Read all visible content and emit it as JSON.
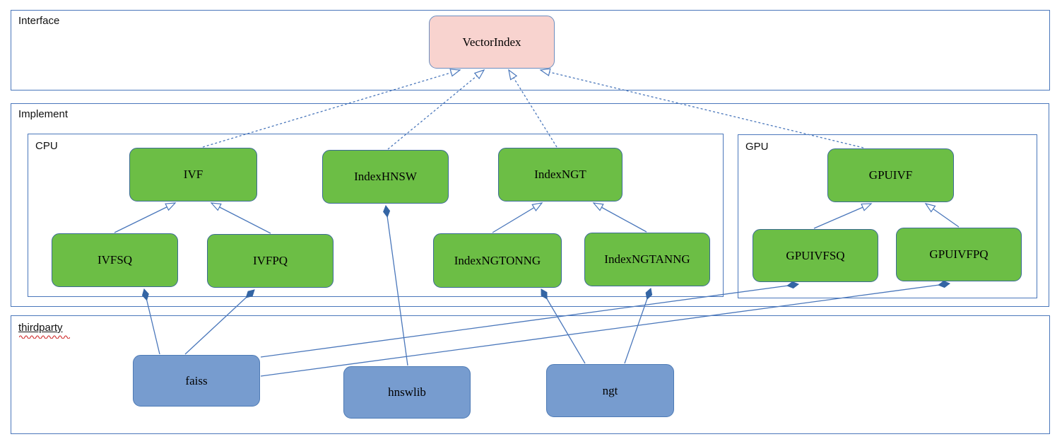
{
  "diagram": {
    "containers": [
      {
        "id": "interface",
        "label": "Interface"
      },
      {
        "id": "implement",
        "label": "Implement"
      },
      {
        "id": "cpu",
        "label": "CPU"
      },
      {
        "id": "gpu",
        "label": "GPU"
      },
      {
        "id": "thirdparty",
        "label": "thirdparty",
        "spellcheck_underline": true
      }
    ],
    "nodes": [
      {
        "id": "VectorIndex",
        "label": "VectorIndex",
        "kind": "interface",
        "group": "interface"
      },
      {
        "id": "IVF",
        "label": "IVF",
        "kind": "class",
        "group": "cpu"
      },
      {
        "id": "IndexHNSW",
        "label": "IndexHNSW",
        "kind": "class",
        "group": "cpu"
      },
      {
        "id": "IndexNGT",
        "label": "IndexNGT",
        "kind": "class",
        "group": "cpu"
      },
      {
        "id": "GPUIVF",
        "label": "GPUIVF",
        "kind": "class",
        "group": "gpu"
      },
      {
        "id": "IVFSQ",
        "label": "IVFSQ",
        "kind": "class",
        "group": "cpu"
      },
      {
        "id": "IVFPQ",
        "label": "IVFPQ",
        "kind": "class",
        "group": "cpu"
      },
      {
        "id": "IndexNGTONNG",
        "label": "IndexNGTONNG",
        "kind": "class",
        "group": "cpu"
      },
      {
        "id": "IndexNGTANNG",
        "label": "IndexNGTANNG",
        "kind": "class",
        "group": "cpu"
      },
      {
        "id": "GPUIVFSQ",
        "label": "GPUIVFSQ",
        "kind": "class",
        "group": "gpu"
      },
      {
        "id": "GPUIVFPQ",
        "label": "GPUIVFPQ",
        "kind": "class",
        "group": "gpu"
      },
      {
        "id": "faiss",
        "label": "faiss",
        "kind": "thirdparty",
        "group": "thirdparty"
      },
      {
        "id": "hnswlib",
        "label": "hnswlib",
        "kind": "thirdparty",
        "group": "thirdparty"
      },
      {
        "id": "ngt",
        "label": "ngt",
        "kind": "thirdparty",
        "group": "thirdparty"
      }
    ],
    "edges": [
      {
        "from": "IVF",
        "to": "VectorIndex",
        "type": "realization"
      },
      {
        "from": "IndexHNSW",
        "to": "VectorIndex",
        "type": "realization"
      },
      {
        "from": "IndexNGT",
        "to": "VectorIndex",
        "type": "realization"
      },
      {
        "from": "GPUIVF",
        "to": "VectorIndex",
        "type": "realization"
      },
      {
        "from": "IVFSQ",
        "to": "IVF",
        "type": "inheritance"
      },
      {
        "from": "IVFPQ",
        "to": "IVF",
        "type": "inheritance"
      },
      {
        "from": "IndexNGTONNG",
        "to": "IndexNGT",
        "type": "inheritance"
      },
      {
        "from": "IndexNGTANNG",
        "to": "IndexNGT",
        "type": "inheritance"
      },
      {
        "from": "GPUIVFSQ",
        "to": "GPUIVF",
        "type": "inheritance"
      },
      {
        "from": "GPUIVFPQ",
        "to": "GPUIVF",
        "type": "inheritance"
      },
      {
        "from": "faiss",
        "to": "IVFSQ",
        "type": "composition"
      },
      {
        "from": "faiss",
        "to": "IVFPQ",
        "type": "composition"
      },
      {
        "from": "faiss",
        "to": "GPUIVFSQ",
        "type": "composition"
      },
      {
        "from": "faiss",
        "to": "GPUIVFPQ",
        "type": "composition"
      },
      {
        "from": "hnswlib",
        "to": "IndexHNSW",
        "type": "composition"
      },
      {
        "from": "ngt",
        "to": "IndexNGTONNG",
        "type": "composition"
      },
      {
        "from": "ngt",
        "to": "IndexNGTANNG",
        "type": "composition"
      }
    ],
    "colors": {
      "interface_fill": "#f8d3cf",
      "interface_border": "#6c8ebf",
      "class_fill": "#6cbe45",
      "class_border": "#3a6a95",
      "thirdparty_fill": "#779ccf",
      "thirdparty_border": "#4d7ab5",
      "connector": "#4a77bb",
      "diamond": "#3465a4",
      "squiggle": "#cc2222"
    }
  }
}
